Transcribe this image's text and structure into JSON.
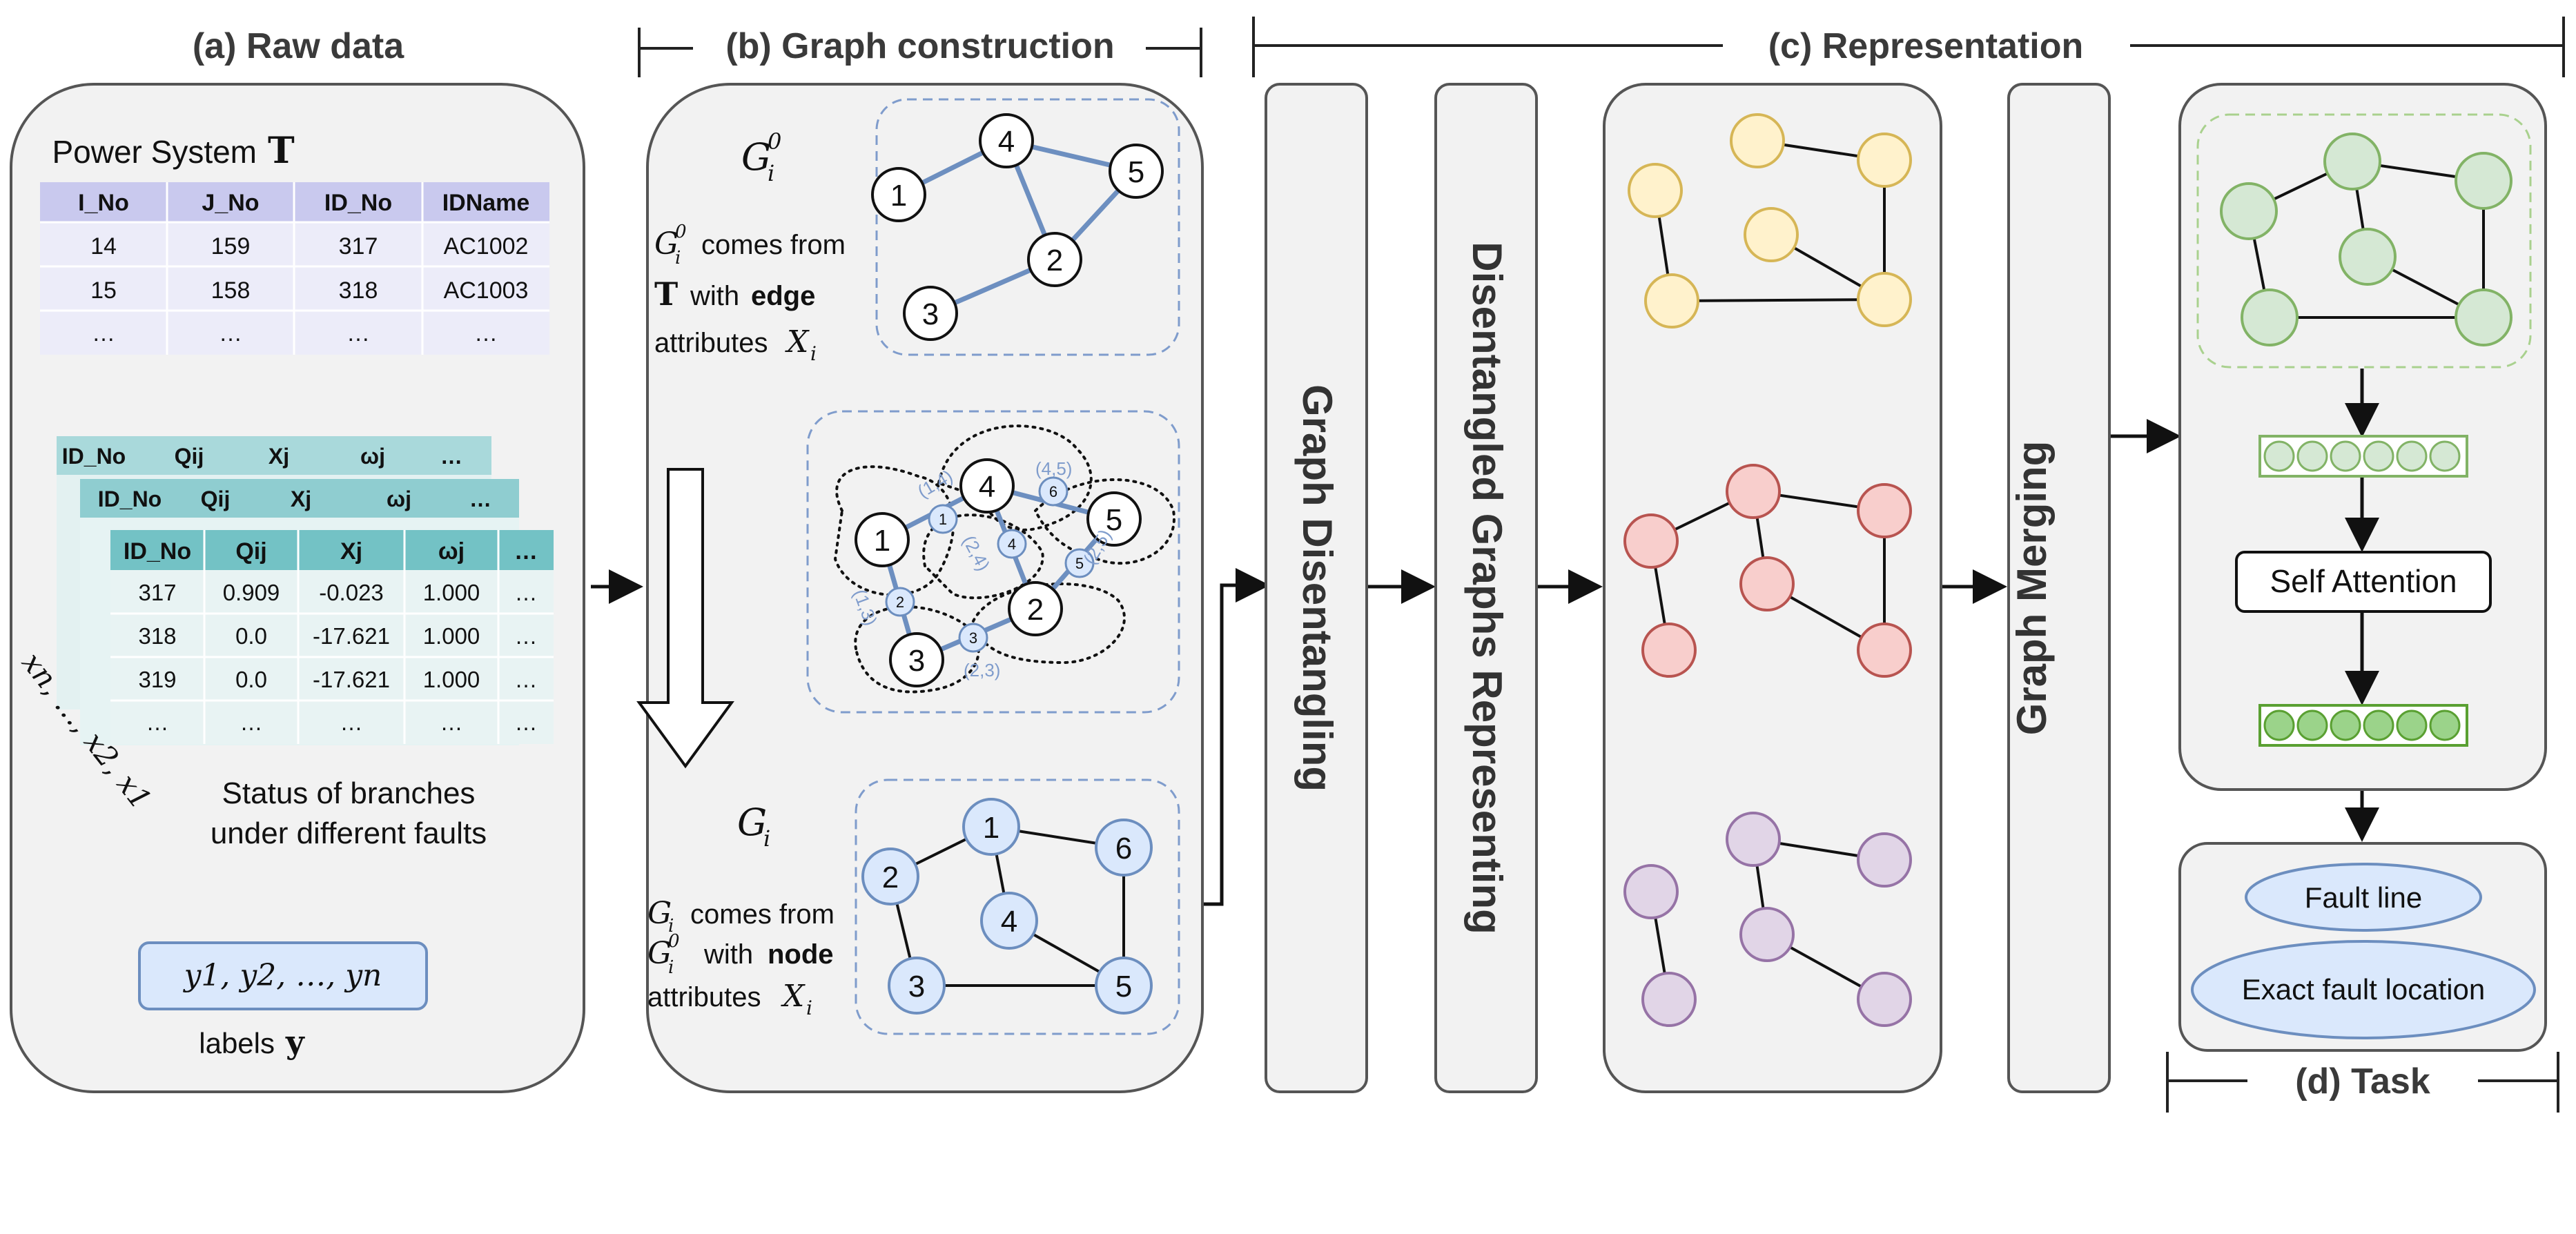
{
  "panels": {
    "raw_data": {
      "title": "(a) Raw data",
      "system_title": "Power System",
      "system_symbol": "T",
      "table": {
        "headers": [
          "I_No",
          "J_No",
          "ID_No",
          "IDName"
        ],
        "rows": [
          [
            "14",
            "159",
            "317",
            "AC1002"
          ],
          [
            "15",
            "158",
            "318",
            "AC1003"
          ],
          [
            "…",
            "…",
            "…",
            "…"
          ]
        ]
      },
      "status_table": {
        "headers": [
          "ID_No",
          "Qij",
          "Xj",
          "ωj",
          "…"
        ],
        "rows": [
          [
            "317",
            "0.909",
            "-0.023",
            "1.000",
            "…"
          ],
          [
            "318",
            "0.0",
            "-17.621",
            "1.000",
            "…"
          ],
          [
            "319",
            "0.0",
            "-17.621",
            "1.000",
            "…"
          ],
          [
            "…",
            "…",
            "…",
            "…",
            "…"
          ]
        ]
      },
      "stack_label": "xn, …, x2, x1",
      "status_caption_line1": "Status of branches",
      "status_caption_line2": "under different faults",
      "labels_box": "y1, y2, …, yn",
      "labels_caption": "labels",
      "labels_symbol": "y"
    },
    "graph_construction": {
      "title": "(b) Graph construction",
      "g0_label": "G",
      "g0_sub": "i",
      "g0_sup": "0",
      "text1": [
        "comes from",
        "with",
        "edge",
        "attributes"
      ],
      "attr_var": "X",
      "attr_sub": "i",
      "t_symbol": "T",
      "graph1_nodes": [
        "1",
        "4",
        "5",
        "2",
        "3"
      ],
      "graph2_nodes": [
        "1",
        "4",
        "5",
        "2",
        "3"
      ],
      "graph2_edge_nodes": [
        "1",
        "2",
        "3",
        "4",
        "5",
        "6"
      ],
      "graph2_edge_labels": [
        "(1,4)",
        "(1,3)",
        "(2,4)",
        "(4,5)",
        "(2,5)",
        "(2,3)"
      ],
      "gi_label": "G",
      "gi_sub": "i",
      "text2": [
        "comes from",
        "with",
        "node",
        "attributes"
      ],
      "graph3_nodes": [
        "1",
        "2",
        "6",
        "4",
        "3",
        "5"
      ]
    },
    "representation": {
      "title": "(c) Representation",
      "disentangling": "Graph Disentangling",
      "representing": "Disentangled Graphs Representing",
      "merging": "Graph Merging",
      "attention": "Self Attention"
    },
    "task": {
      "title": "(d) Task",
      "fault_line": "Fault line",
      "exact_location": "Exact fault location"
    }
  },
  "colors": {
    "header_row": "#c9c9ee",
    "status_header": "#73c2c5",
    "edge_blue": "#6d8fc0",
    "node_blue_fill": "#dae8fc",
    "node_blue_stroke": "#6c8ebf",
    "yellow_fill": "#fff2cc",
    "yellow_stroke": "#d6b656",
    "red_fill": "#f8cecc",
    "red_stroke": "#b85450",
    "purple_fill": "#e1d5e7",
    "purple_stroke": "#9673a6",
    "green_fill": "#d5e8d4",
    "green_stroke": "#82b366"
  }
}
